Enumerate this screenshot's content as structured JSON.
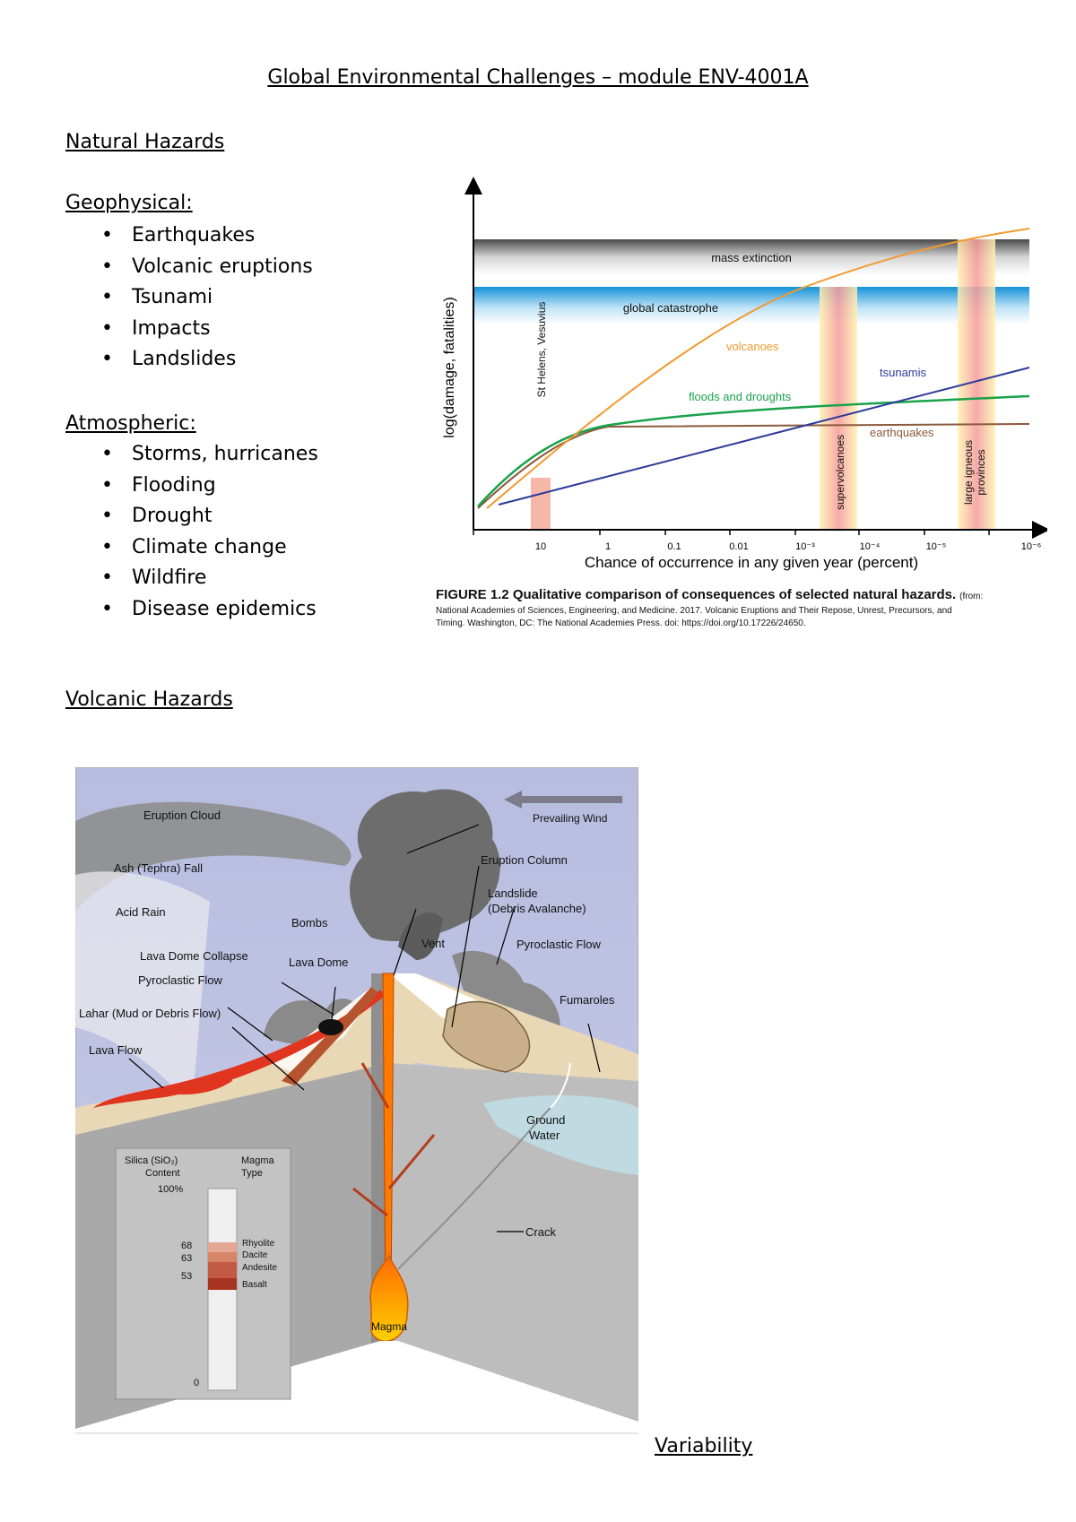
{
  "doc": {
    "title": "Global Environmental Challenges – module ENV-4001A",
    "section1": "Natural Hazards",
    "geophysical": {
      "heading": "Geophysical:",
      "items": [
        "Earthquakes",
        "Volcanic eruptions",
        "Tsunami",
        "Impacts",
        "Landslides"
      ]
    },
    "atmospheric": {
      "heading": "Atmospheric:",
      "items": [
        "Storms, hurricanes",
        "Flooding",
        "Drought",
        "Climate change",
        "Wildfire",
        "Disease epidemics"
      ]
    },
    "section2": "Volcanic Hazards",
    "section3": "Variability"
  },
  "figure": {
    "ylabel": "log(damage, fatalities)",
    "xlabel": "Chance of occurrence in any given year (percent)",
    "xticks": [
      "10",
      "1",
      "0.1",
      "0.01",
      "10⁻³",
      "10⁻⁴",
      "10⁻⁵",
      "10⁻⁶"
    ],
    "bands": {
      "mass_extinction": "mass extinction",
      "global_catastrophe": "global catastrophe"
    },
    "verticals": {
      "st_helens": "St Helens, Vesuvius",
      "supervolcanoes": "supervolcanoes",
      "lip_line1": "large igneous",
      "lip_line2": "provinces"
    },
    "series_labels": {
      "volcanoes": "volcanoes",
      "tsunamis": "tsunamis",
      "floods": "floods and droughts",
      "earthquakes": "earthquakes"
    },
    "colors": {
      "volcanoes": "#f29a2e",
      "tsunamis": "#2e3a9a",
      "floods": "#19a24a",
      "earthquakes": "#8b5a3c"
    },
    "caption_bold": "FIGURE 1.2 Qualitative comparison of consequences of selected natural hazards.",
    "caption_from": "(from:",
    "caption_line2": "National Academies of Sciences, Engineering, and Medicine. 2017. Volcanic Eruptions and Their Repose, Unrest, Precursors, and",
    "caption_line3": "Timing. Washington, DC: The National Academies Press. doi: https://doi.org/10.17226/24650."
  },
  "volcano": {
    "labels": {
      "eruption_cloud": "Eruption Cloud",
      "prevailing_wind": "Prevailing Wind",
      "ash_fall": "Ash (Tephra) Fall",
      "eruption_column": "Eruption Column",
      "acid_rain": "Acid Rain",
      "landslide1": "Landslide",
      "landslide2": "(Debris Avalanche)",
      "bombs": "Bombs",
      "vent": "Vent",
      "pyroclastic_flow_right": "Pyroclastic Flow",
      "lava_dome_collapse": "Lava Dome Collapse",
      "lava_dome": "Lava Dome",
      "pyroclastic_flow_left": "Pyroclastic Flow",
      "fumaroles": "Fumaroles",
      "lahar": "Lahar (Mud or Debris Flow)",
      "lava_flow": "Lava Flow",
      "ground_water1": "Ground",
      "ground_water2": "Water",
      "crack": "Crack",
      "magma": "Magma"
    },
    "silica": {
      "col1_line1": "Silica (SiO₂)",
      "col1_line2": "Content",
      "col2_line1": "Magma",
      "col2_line2": "Type",
      "top": "100%",
      "bottom": "0",
      "levels": [
        "68",
        "63",
        "53"
      ],
      "types": [
        "Rhyolite",
        "Dacite",
        "Andesite",
        "Basalt"
      ]
    }
  }
}
